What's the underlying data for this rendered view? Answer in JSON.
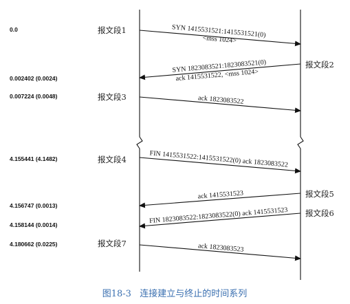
{
  "caption": "图18-3   连接建立与终止的时间系列",
  "timestamps": [
    "0.0",
    "0.002402 (0.0024)",
    "0.007224 (0.0048)",
    "4.155441 (4.1482)",
    "4.156747 (0.0013)",
    "4.158144 (0.0014)",
    "4.180662 (0.0225)"
  ],
  "segments": {
    "seg1": "报文段1",
    "seg2": "报文段2",
    "seg3": "报文段3",
    "seg4": "报文段4",
    "seg5": "报文段5",
    "seg6": "报文段6",
    "seg7": "报文段7"
  },
  "messages": {
    "m1a": "SYN 1415531521:1415531521(0)",
    "m1b": "<mss 1024>",
    "m2a": "SYN 1823083521:1823083521(0)",
    "m2b": "ack 1415531522, <mss 1024>",
    "m3": "ack 1823083522",
    "m4": "FIN 1415531522:1415531522(0) ack 1823083522",
    "m5": "ack 1415531523",
    "m6": "FIN 1823083522:1823083522(0) ack 1415531523",
    "m7": "ack 1823083523"
  }
}
